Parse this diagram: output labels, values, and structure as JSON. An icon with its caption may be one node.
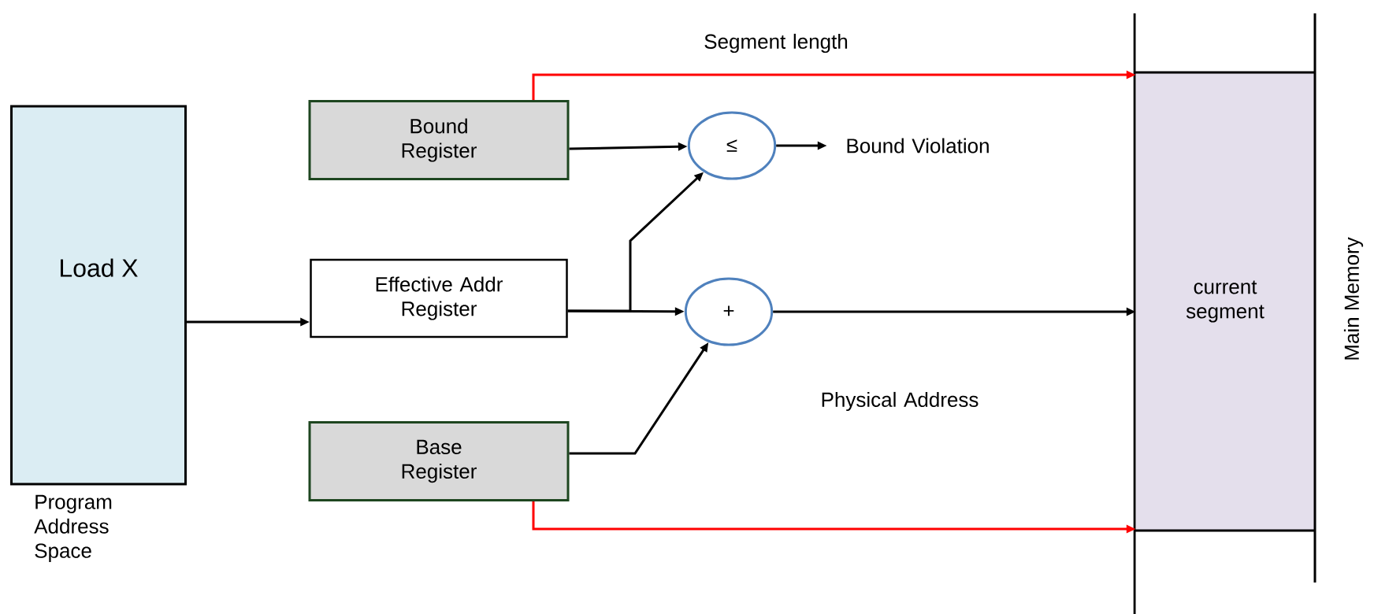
{
  "diagram": {
    "nodes": [
      {
        "text": [
          "Load X"
        ],
        "beside": [
          "Program Address Space"
        ]
      },
      {
        "text": [
          "Bound Register"
        ]
      },
      {
        "text": [
          "Effective Addr Register"
        ]
      },
      {
        "text": [
          "Base Register"
        ]
      },
      {
        "text": [
          "≤"
        ]
      },
      {
        "text": [
          "+"
        ]
      },
      {
        "text": [
          "Bound Violation"
        ]
      },
      {
        "text": [
          "current segment"
        ]
      }
    ],
    "edges": [
      {
        "from": 0,
        "to": 2,
        "arrow": "to"
      },
      {
        "from": 1,
        "to": 4,
        "arrow": "to"
      },
      {
        "from": 2,
        "to": 4,
        "arrow": "to"
      },
      {
        "from": 2,
        "to": 5,
        "arrow": "to"
      },
      {
        "from": 3,
        "to": 5,
        "arrow": "to"
      },
      {
        "from": 4,
        "to": 6,
        "arrow": "to"
      },
      {
        "from": 5,
        "to": 7,
        "arrow": "to",
        "label": "Physical Address"
      },
      {
        "from": 1,
        "to": 7,
        "arrow": "to",
        "label": "Segment length",
        "color": "#ff0000"
      },
      {
        "from": 3,
        "to": 7,
        "arrow": "to",
        "color": "#ff0000"
      }
    ],
    "labels": [
      "Main Memory"
    ]
  }
}
